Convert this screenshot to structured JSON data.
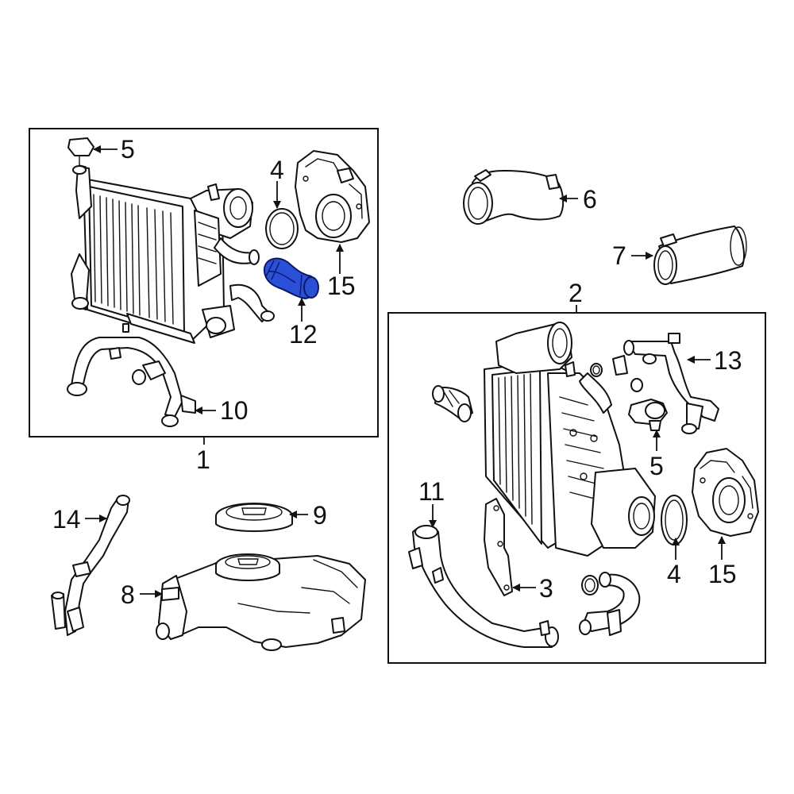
{
  "diagram": {
    "highlight_color": "#2b4fd6",
    "callouts": [
      {
        "id": "c5a",
        "text": "5"
      },
      {
        "id": "c4a",
        "text": "4"
      },
      {
        "id": "c6",
        "text": "6"
      },
      {
        "id": "c7",
        "text": "7"
      },
      {
        "id": "c15a",
        "text": "15"
      },
      {
        "id": "c12",
        "text": "12"
      },
      {
        "id": "c2",
        "text": "2"
      },
      {
        "id": "c13",
        "text": "13"
      },
      {
        "id": "c10",
        "text": "10"
      },
      {
        "id": "c1",
        "text": "1"
      },
      {
        "id": "c5b",
        "text": "5"
      },
      {
        "id": "c11",
        "text": "11"
      },
      {
        "id": "c14",
        "text": "14"
      },
      {
        "id": "c9",
        "text": "9"
      },
      {
        "id": "c4b",
        "text": "4"
      },
      {
        "id": "c15b",
        "text": "15"
      },
      {
        "id": "c8",
        "text": "8"
      },
      {
        "id": "c3",
        "text": "3"
      }
    ]
  }
}
